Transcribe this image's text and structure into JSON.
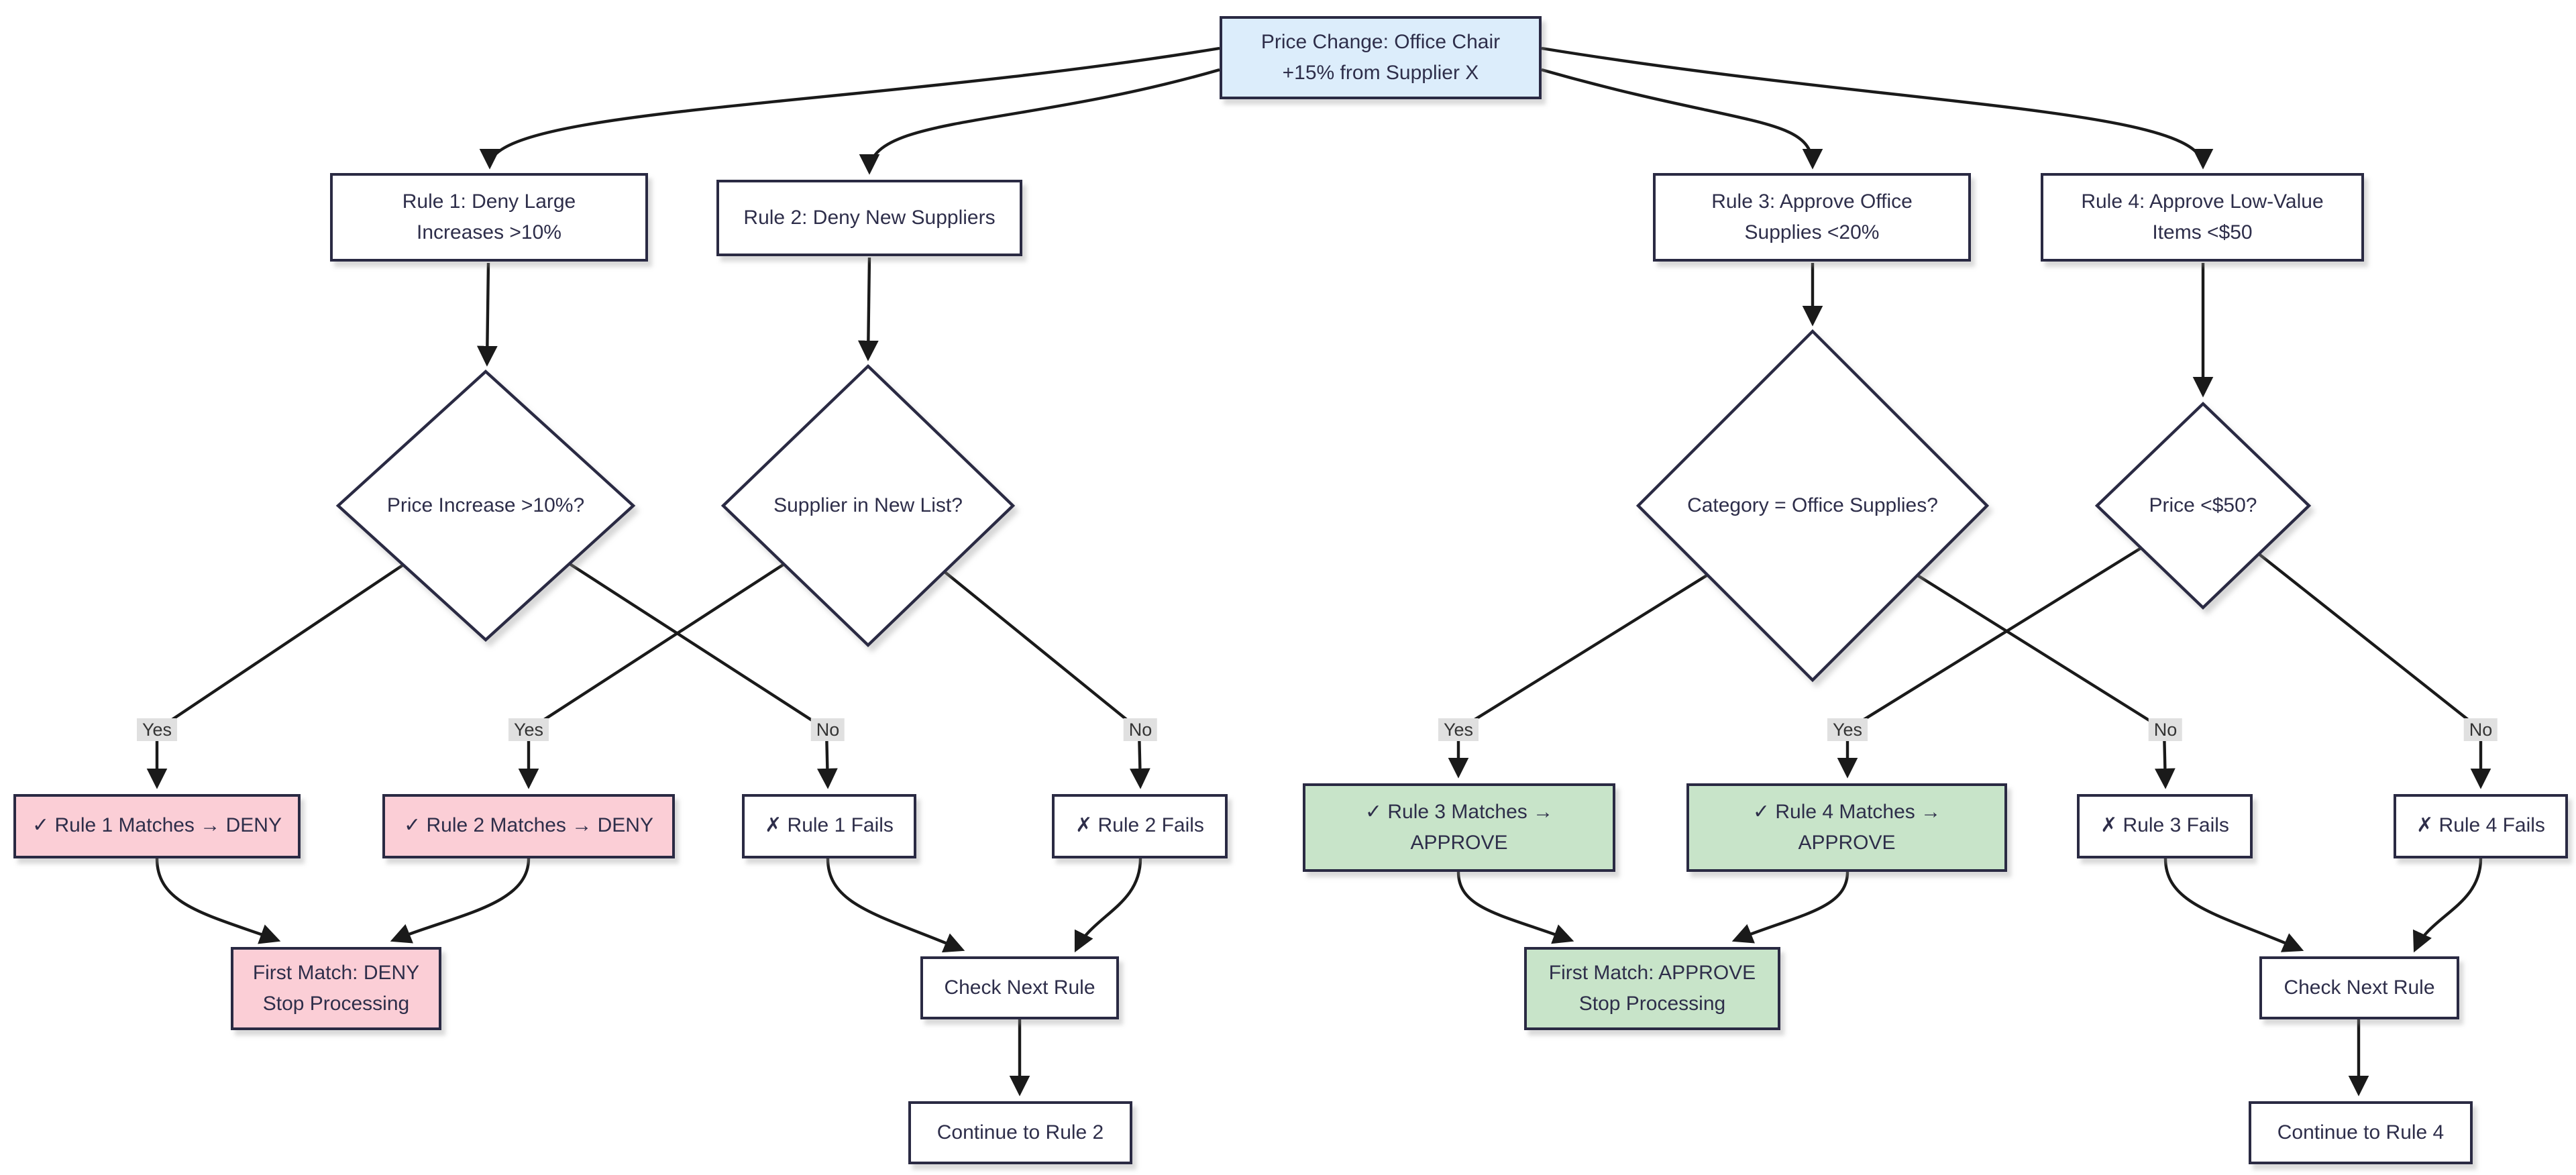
{
  "colors": {
    "blue_fill": "#dcedfb",
    "pink_fill": "#fbced6",
    "green_fill": "#c8e4c9",
    "white_fill": "#ffffff",
    "border_color": "#2a2a43",
    "edge_color": "#1a1a1a",
    "label_bg": "#e0e0e0",
    "text_color": "#2e2e4a"
  },
  "nodes": {
    "root": {
      "line1": "Price Change: Office Chair",
      "line2": "+15% from Supplier X"
    },
    "rule1": {
      "line1": "Rule 1: Deny Large",
      "line2": "Increases >10%"
    },
    "rule2": {
      "line1": "Rule 2: Deny New Suppliers"
    },
    "rule3": {
      "line1": "Rule 3: Approve Office",
      "line2": "Supplies <20%"
    },
    "rule4": {
      "line1": "Rule 4: Approve Low-Value",
      "line2": "Items <$50"
    },
    "decision1": {
      "line1": "Price Increase >10%?"
    },
    "decision2": {
      "line1": "Supplier in New List?"
    },
    "decision3": {
      "line1": "Category = Office Supplies?"
    },
    "decision4": {
      "line1": "Price <$50?"
    },
    "match1": {
      "line1": "✓ Rule 1 Matches → DENY"
    },
    "match2": {
      "line1": "✓ Rule 2 Matches → DENY"
    },
    "fail1": {
      "line1": "✗ Rule 1 Fails"
    },
    "fail2": {
      "line1": "✗ Rule 2 Fails"
    },
    "match3": {
      "line1": "✓ Rule 3 Matches →",
      "line2": "APPROVE"
    },
    "match4": {
      "line1": "✓ Rule 4 Matches →",
      "line2": "APPROVE"
    },
    "fail3": {
      "line1": "✗ Rule 3 Fails"
    },
    "fail4": {
      "line1": "✗ Rule 4 Fails"
    },
    "deny_final": {
      "line1": "First Match: DENY",
      "line2": "Stop Processing"
    },
    "approve_final": {
      "line1": "First Match: APPROVE",
      "line2": "Stop Processing"
    },
    "check_next_1": {
      "line1": "Check Next Rule"
    },
    "check_next_2": {
      "line1": "Check Next Rule"
    },
    "continue2": {
      "line1": "Continue to Rule 2"
    },
    "continue4": {
      "line1": "Continue to Rule 4"
    }
  },
  "edge_labels": {
    "yes": "Yes",
    "no": "No"
  }
}
